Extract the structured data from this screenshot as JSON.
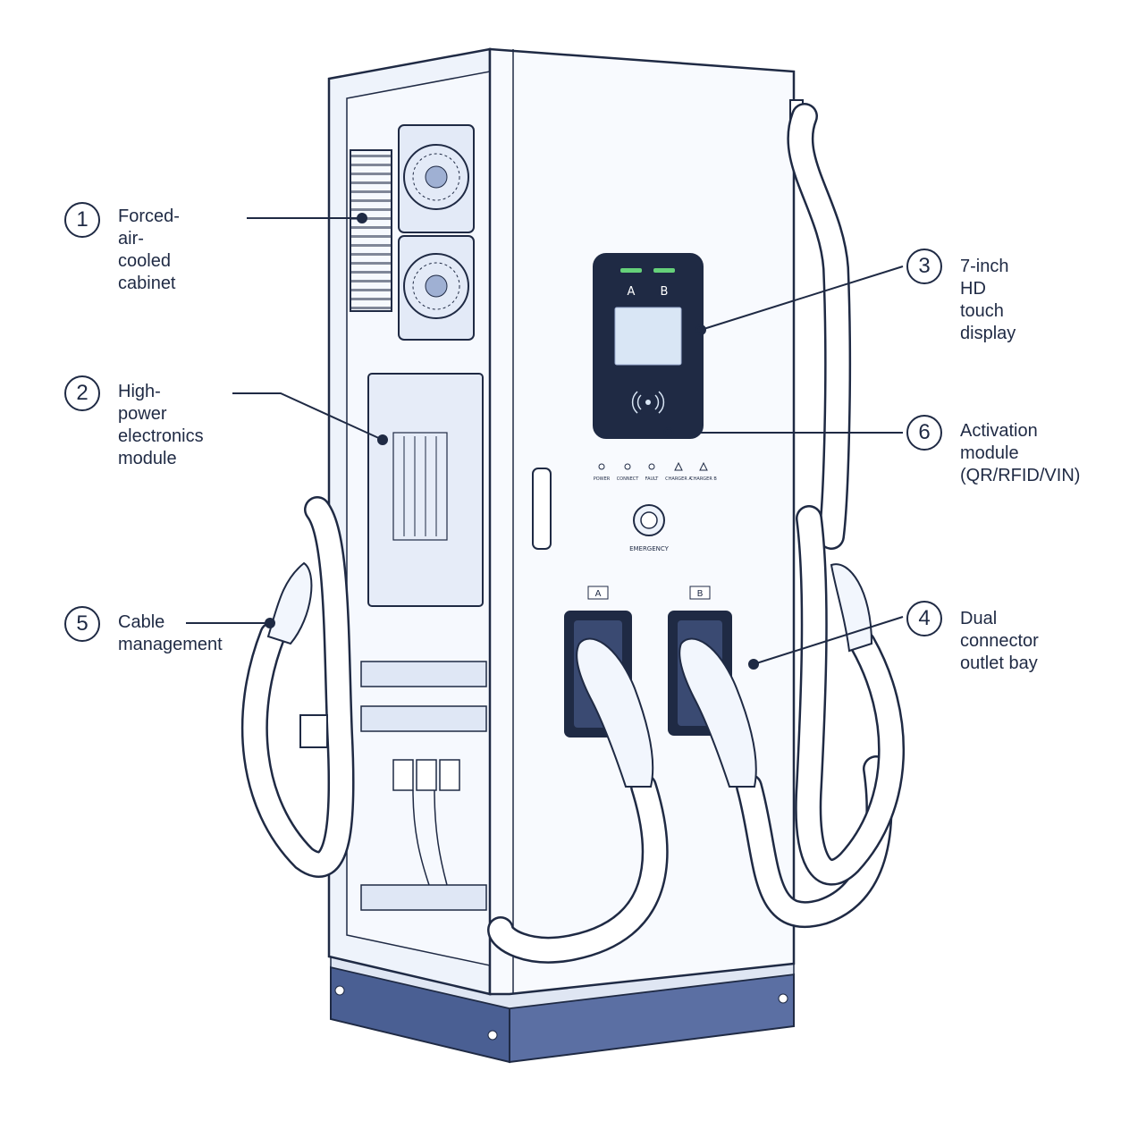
{
  "callouts": [
    {
      "number": "1",
      "text": "Forced-air-\ncooled cabinet"
    },
    {
      "number": "2",
      "text": "High-power\nelectronics\nmodule"
    },
    {
      "number": "3",
      "text": "7-inch HD\ntouch display"
    },
    {
      "number": "4",
      "text": "Dual connector\noutlet bay"
    },
    {
      "number": "5",
      "text": "Cable\nmanagement"
    },
    {
      "number": "6",
      "text": "Activation\nmodule\n(QR/RFID/VIN)"
    }
  ],
  "screen": {
    "port_a": "A",
    "port_b": "B"
  },
  "indicators": [
    "POWER",
    "CONNECT",
    "FAULT",
    "CHARGER A",
    "CHARGER B"
  ],
  "emergency_label": "EMERGENCY",
  "outlets": {
    "a": "A",
    "b": "B"
  },
  "colors": {
    "line": "#1f2a44",
    "fill": "#eaf0fb",
    "base": "#4a5f93",
    "led": "#66d17a",
    "screen_bg": "#1f2a44",
    "screen_display": "#d9e6f5"
  }
}
